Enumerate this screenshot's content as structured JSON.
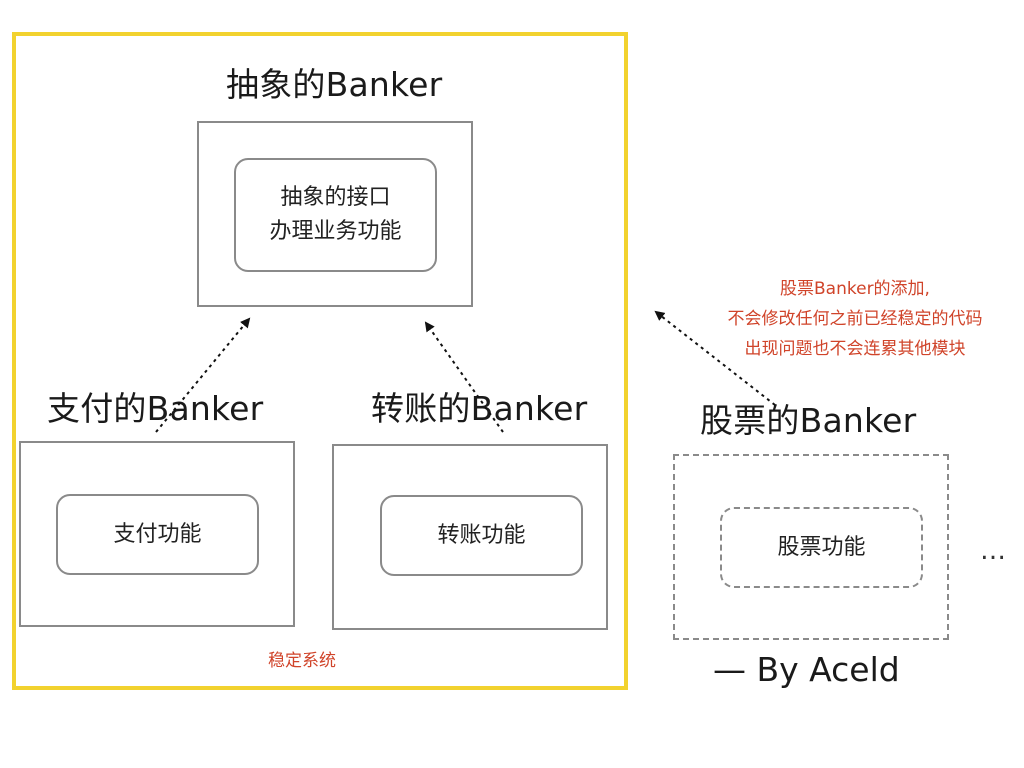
{
  "abstract_banker": {
    "title": "抽象的Banker",
    "inner_line1": "抽象的接口",
    "inner_line2": "办理业务功能"
  },
  "pay_banker": {
    "title": "支付的Banker",
    "inner": "支付功能"
  },
  "transfer_banker": {
    "title": "转账的Banker",
    "inner": "转账功能"
  },
  "stock_banker": {
    "title": "股票的Banker",
    "inner": "股票功能"
  },
  "stable_system_label": "稳定系统",
  "note": {
    "line1": "股票Banker的添加,",
    "line2": "不会修改任何之前已经稳定的代码",
    "line3": "出现问题也不会连累其他模块"
  },
  "ellipsis": "…",
  "byline": "— By Aceld",
  "colors": {
    "frame": "#f2d22e",
    "note_text": "#d0442a",
    "box_border": "#8a8a8a"
  }
}
